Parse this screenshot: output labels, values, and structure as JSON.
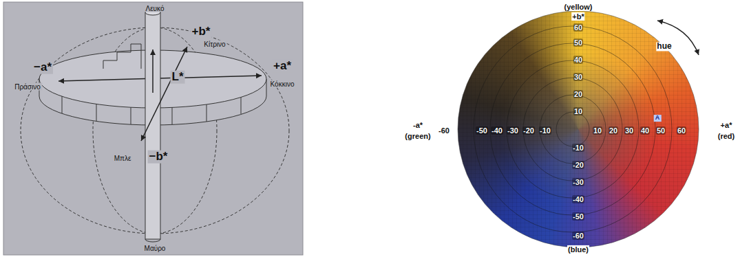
{
  "diagram": {
    "labels": [
      "Λευκό",
      "+b*",
      "Κίτρινο",
      "L*",
      "−a*",
      "Πράσινο",
      "+a*",
      "Κόκκινο",
      "Μπλε",
      "−b*",
      "Μαύρο",
      "(yellow)",
      "+b*",
      "60",
      "hue",
      "-a*",
      "(green)",
      "-60",
      "-50",
      "-40",
      "-30",
      "-20",
      "-10",
      "10",
      "20",
      "30",
      "40",
      "50",
      "60",
      "+a*",
      "(red)",
      "50",
      "40",
      "30",
      "20",
      "10",
      "-10",
      "-20",
      "-30",
      "-40",
      "-50",
      "-60",
      "(blue)",
      "A"
    ]
  }
}
